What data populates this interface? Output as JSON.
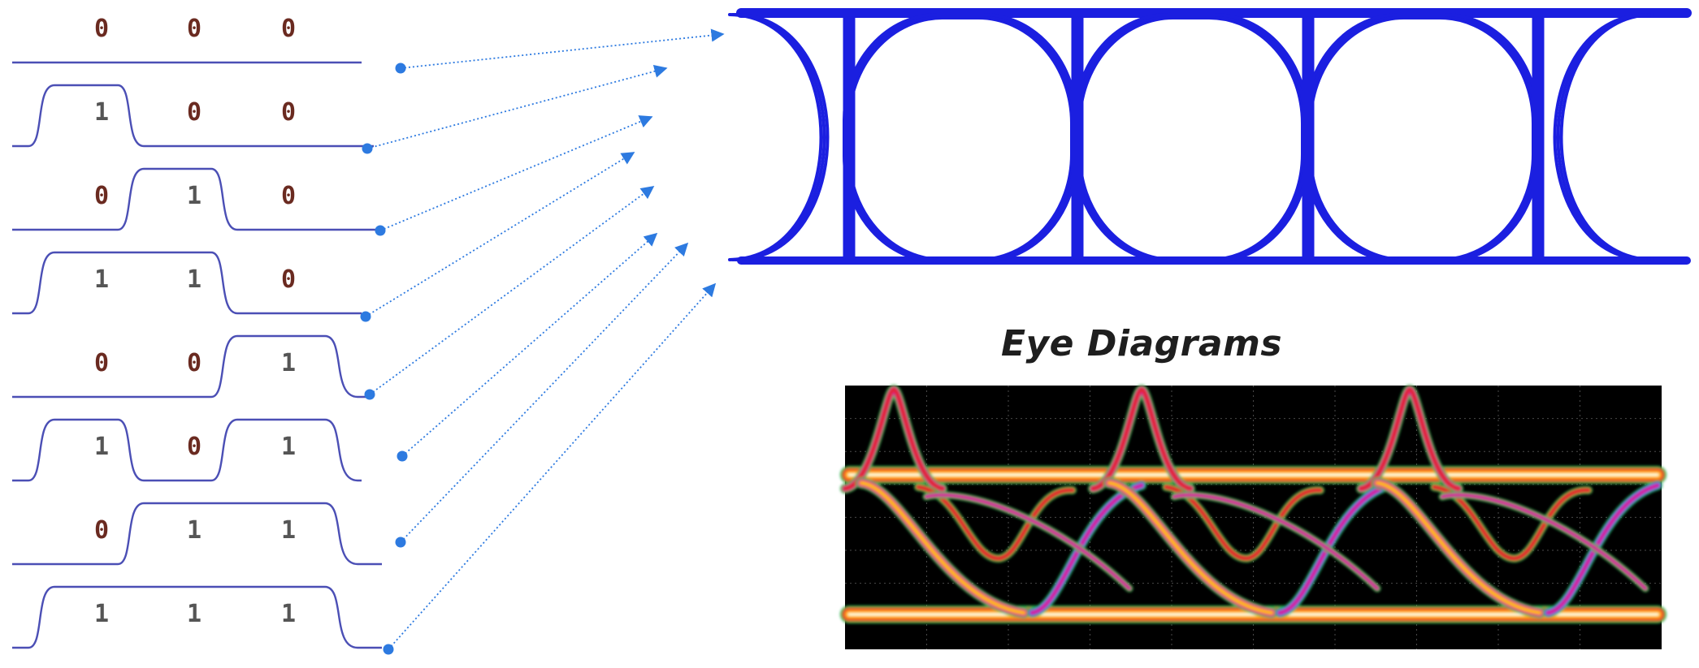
{
  "title": "Eye Diagrams",
  "patterns": [
    [
      "0",
      "0",
      "0"
    ],
    [
      "1",
      "0",
      "0"
    ],
    [
      "0",
      "1",
      "0"
    ],
    [
      "1",
      "1",
      "0"
    ],
    [
      "0",
      "0",
      "1"
    ],
    [
      "1",
      "0",
      "1"
    ],
    [
      "0",
      "1",
      "1"
    ],
    [
      "1",
      "1",
      "1"
    ]
  ],
  "colors": {
    "waveform": "#4b4fb5",
    "arrow": "#2d7ae0",
    "ideal_eye": "#1b1fe0",
    "scope_background": "#000000",
    "scope_grid": "#4a4a4a",
    "scope_heat": [
      "#22b14c",
      "#3050ff",
      "#d6209a",
      "#e3262c",
      "#ff8c1a",
      "#ffd21a",
      "#ffffff"
    ]
  }
}
